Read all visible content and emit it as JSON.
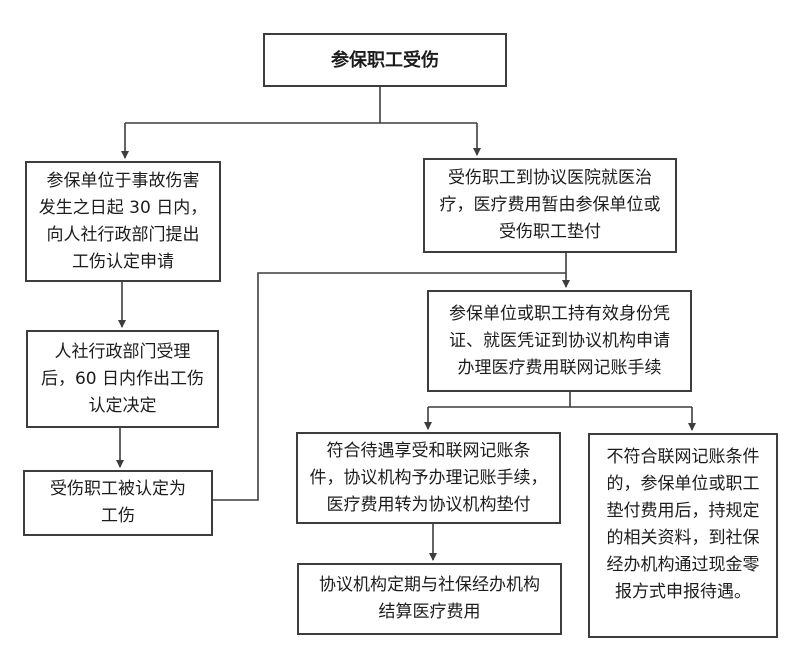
{
  "diagram": {
    "type": "flowchart",
    "background_color": "#ffffff",
    "line_color": "#3d3d3d",
    "text_color": "#1c1c1c",
    "nodes": [
      {
        "id": "start",
        "text": "参保职工受伤"
      },
      {
        "id": "apply",
        "text": "参保单位于事故伤害\n发生之日起 30 日内，\n向人社行政部门提出\n工伤认定申请"
      },
      {
        "id": "treatment",
        "text": "受伤职工到协议医院就医治\n疗，医疗费用暂由参保单位或\n受伤职工垫付"
      },
      {
        "id": "network-apply",
        "text": "参保单位或职工持有效身份凭\n证、就医凭证到协议机构申请\n办理医疗费用联网记账手续"
      },
      {
        "id": "decision",
        "text": "人社行政部门受理\n后，60 日内作出工伤\n认定决定"
      },
      {
        "id": "recognized",
        "text": "受伤职工被认定为\n工伤"
      },
      {
        "id": "eligible",
        "text": "符合待遇享受和联网记账条\n件，协议机构予办理记账手续，\n医疗费用转为协议机构垫付"
      },
      {
        "id": "not-eligible",
        "text": "不符合联网记账条件\n的，参保单位或职工\n垫付费用后，持规定\n的相关资料，到社保\n经办机构通过现金零\n报方式申报待遇。"
      },
      {
        "id": "settlement",
        "text": "协议机构定期与社保经办机构\n结算医疗费用"
      }
    ]
  }
}
